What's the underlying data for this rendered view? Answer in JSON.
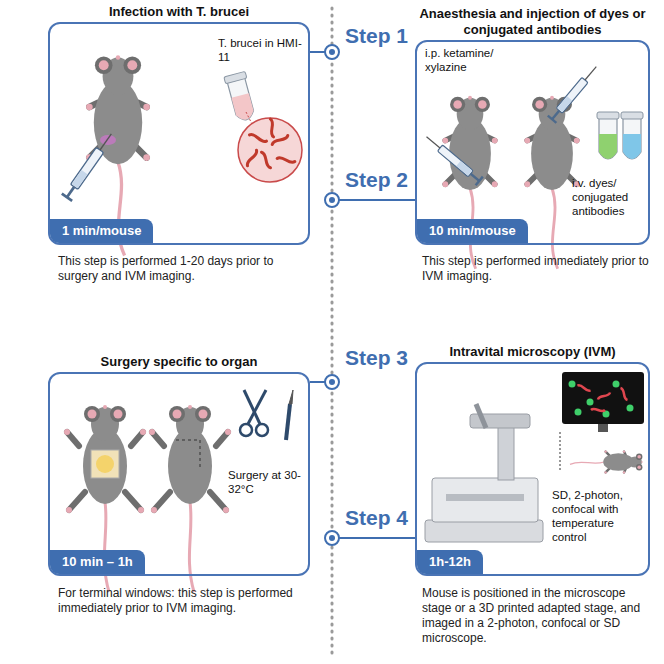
{
  "diagram": {
    "nodes": [
      {
        "text": [
          "Infection with T. brucei"
        ]
      },
      {
        "text": [
          "1 min/mouse"
        ],
        "in": 0
      },
      {
        "text": [
          "Anaesthesia and injection of dyes or conjugated antibodies"
        ]
      },
      {
        "text": [
          "10 min/mouse"
        ],
        "in": 2
      },
      {
        "text": [
          "Surgery specific to organ"
        ]
      },
      {
        "text": [
          "10 min – 1h"
        ],
        "in": 4
      },
      {
        "text": [
          "Intravital microscopy (IVM)"
        ]
      },
      {
        "text": [
          "1h-12h"
        ],
        "in": 6
      }
    ],
    "labels": [
      "Step 1",
      "Step 2",
      "Step 3",
      "Step 4",
      "T. brucei in HMI-11",
      "i.p. ketamine/ xylazine",
      "i.v. dyes/ conjugated antibodies",
      "Surgery at 30-32°C",
      "SD, 2-photon, confocal with temperature control",
      "This step is performed 1-20 days prior to surgery and IVM imaging.",
      "This step is performed immediately prior to IVM imaging.",
      "For terminal windows: this step is performed immediately prior to IVM imaging.",
      "Mouse is positioned in the microscope stage or a 3D printed adapted stage, and imaged in a 2-photon, confocal or SD microscope."
    ]
  }
}
